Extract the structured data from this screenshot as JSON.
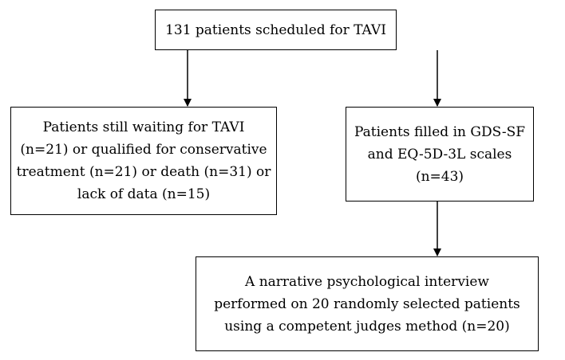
{
  "flow": {
    "top_box": {
      "lines": [
        "131 patients scheduled for TAVI"
      ]
    },
    "left_box": {
      "lines": [
        "Patients still waiting for TAVI",
        "(n=21) or qualified for conservative",
        "treatment (n=21) or death (n=31) or",
        "lack of data (n=15)"
      ]
    },
    "right_box": {
      "lines": [
        "Patients filled in GDS-SF",
        "and EQ-5D-3L scales",
        "(n=43)"
      ]
    },
    "bottom_box": {
      "lines": [
        "A narrative psychological interview",
        "performed on 20 randomly selected patients",
        "using a competent judges method (n=20)"
      ]
    }
  }
}
